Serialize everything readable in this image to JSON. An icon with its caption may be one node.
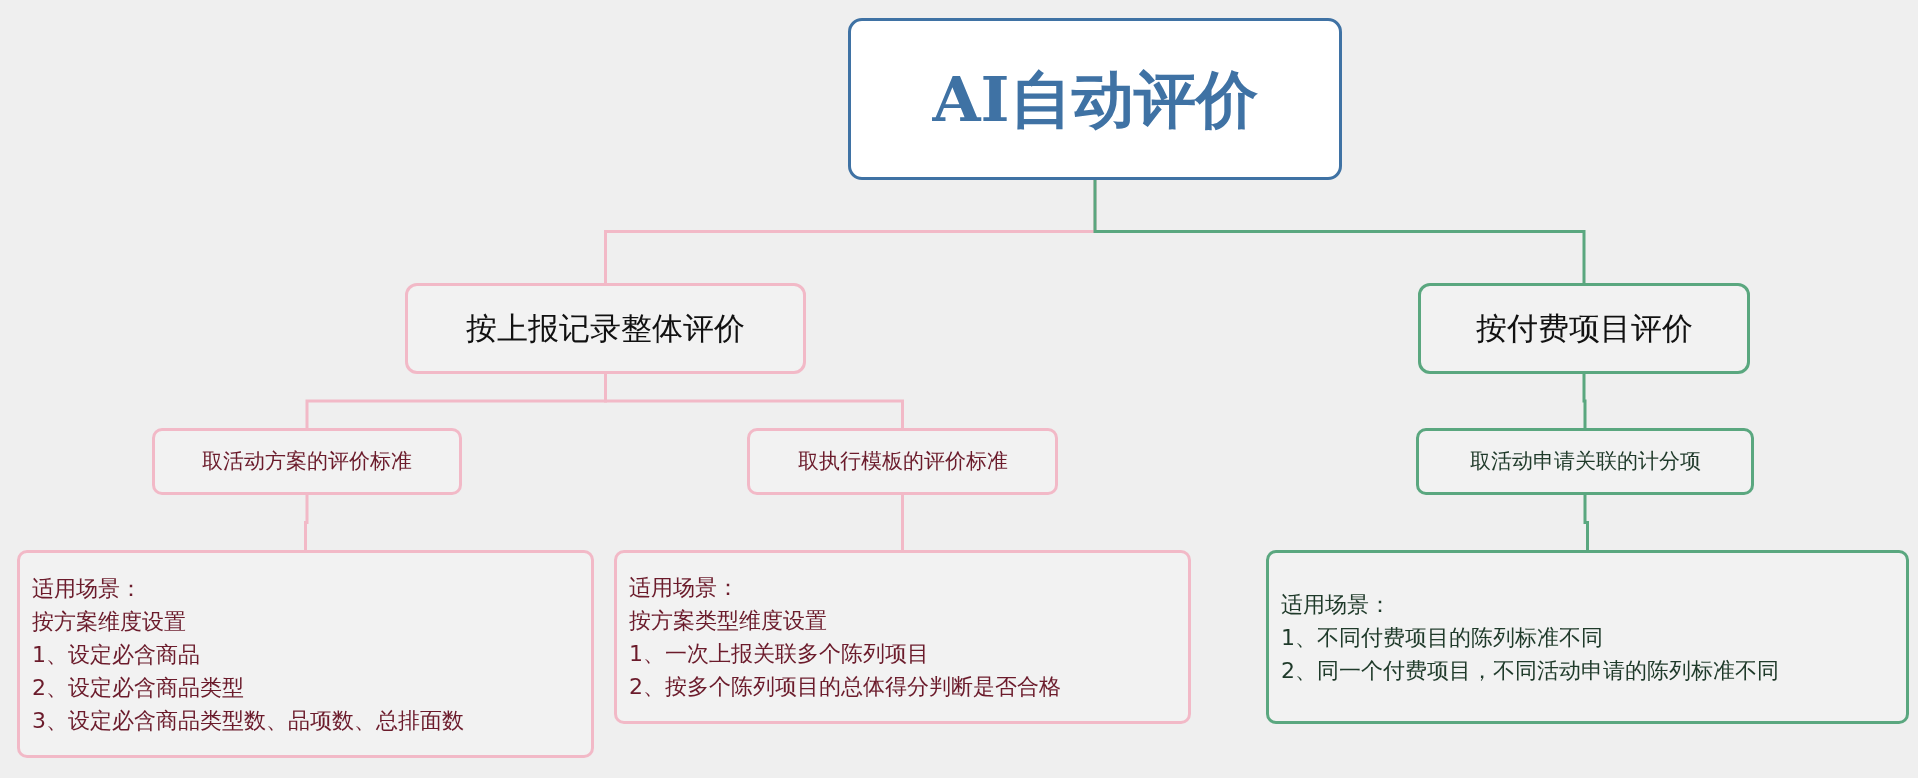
{
  "diagram": {
    "nodes": [
      {
        "text": [
          "AI自动评价"
        ]
      },
      {
        "text": [
          "按上报记录整体评价"
        ]
      },
      {
        "text": [
          "按付费项目评价"
        ]
      },
      {
        "text": [
          "取活动方案的评价标准"
        ]
      },
      {
        "text": [
          "取执行模板的评价标准"
        ]
      },
      {
        "text": [
          "取活动申请关联的计分项"
        ]
      },
      {
        "text": [
          "适用场景：",
          "按方案维度设置",
          "1、设定必含商品",
          "2、设定必含商品类型",
          "3、设定必含商品类型数、品项数、总排面数"
        ]
      },
      {
        "text": [
          "适用场景：",
          "按方案类型维度设置",
          "1、一次上报关联多个陈列项目",
          "2、按多个陈列项目的总体得分判断是否合格"
        ]
      },
      {
        "text": [
          "适用场景：",
          "1、不同付费项目的陈列标准不同",
          "2、同一个付费项目，不同活动申请的陈列标准不同"
        ]
      }
    ],
    "edges": [
      {
        "from": 0,
        "to": 1,
        "arrow": "none"
      },
      {
        "from": 0,
        "to": 2,
        "arrow": "none",
        "color": "#5aa77f"
      },
      {
        "from": 1,
        "to": 3,
        "arrow": "none"
      },
      {
        "from": 1,
        "to": 4,
        "arrow": "none"
      },
      {
        "from": 2,
        "to": 5,
        "arrow": "none",
        "color": "#5aa77f"
      },
      {
        "from": 3,
        "to": 6,
        "arrow": "none"
      },
      {
        "from": 4,
        "to": 7,
        "arrow": "none"
      },
      {
        "from": 5,
        "to": 8,
        "arrow": "none",
        "color": "#5aa77f"
      }
    ]
  }
}
